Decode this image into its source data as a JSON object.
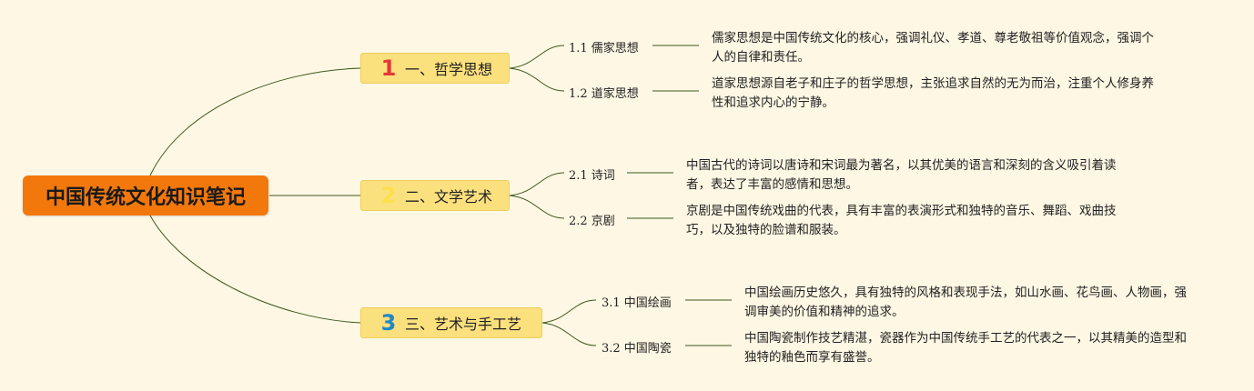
{
  "root": {
    "title": "中国传统文化知识笔记"
  },
  "topics": [
    {
      "number": "1",
      "number_color": "#e53935",
      "label": "一、哲学思想",
      "subs": [
        {
          "label": "1.1 儒家思想",
          "desc": "儒家思想是中国传统文化的核心，强调礼仪、孝道、尊老敬祖等价值观念，强调个人的自律和责任。"
        },
        {
          "label": "1.2 道家思想",
          "desc": "道家思想源自老子和庄子的哲学思想，主张追求自然的无为而治，注重个人修身养性和追求内心的宁静。"
        }
      ]
    },
    {
      "number": "2",
      "number_color": "#fbe04a",
      "label": "二、文学艺术",
      "subs": [
        {
          "label": "2.1 诗词",
          "desc": "中国古代的诗词以唐诗和宋词最为著名，以其优美的语言和深刻的含义吸引着读者，表达了丰富的感情和思想。"
        },
        {
          "label": "2.2 京剧",
          "desc": "京剧是中国传统戏曲的代表，具有丰富的表演形式和独特的音乐、舞蹈、戏曲技巧，以及独特的脸谱和服装。"
        }
      ]
    },
    {
      "number": "3",
      "number_color": "#1e88c9",
      "label": "三、艺术与手工艺",
      "subs": [
        {
          "label": "3.1 中国绘画",
          "desc": "中国绘画历史悠久，具有独特的风格和表现手法，如山水画、花鸟画、人物画，强调审美的价值和精神的追求。"
        },
        {
          "label": "3.2 中国陶瓷",
          "desc": "中国陶瓷制作技艺精湛，瓷器作为中国传统手工艺的代表之一，以其精美的造型和独特的釉色而享有盛誉。"
        }
      ]
    }
  ],
  "colors": {
    "background": "#fdf7e4",
    "root": "#f2780b",
    "topic": "#fbe07e",
    "line": "#3d5a1e"
  }
}
